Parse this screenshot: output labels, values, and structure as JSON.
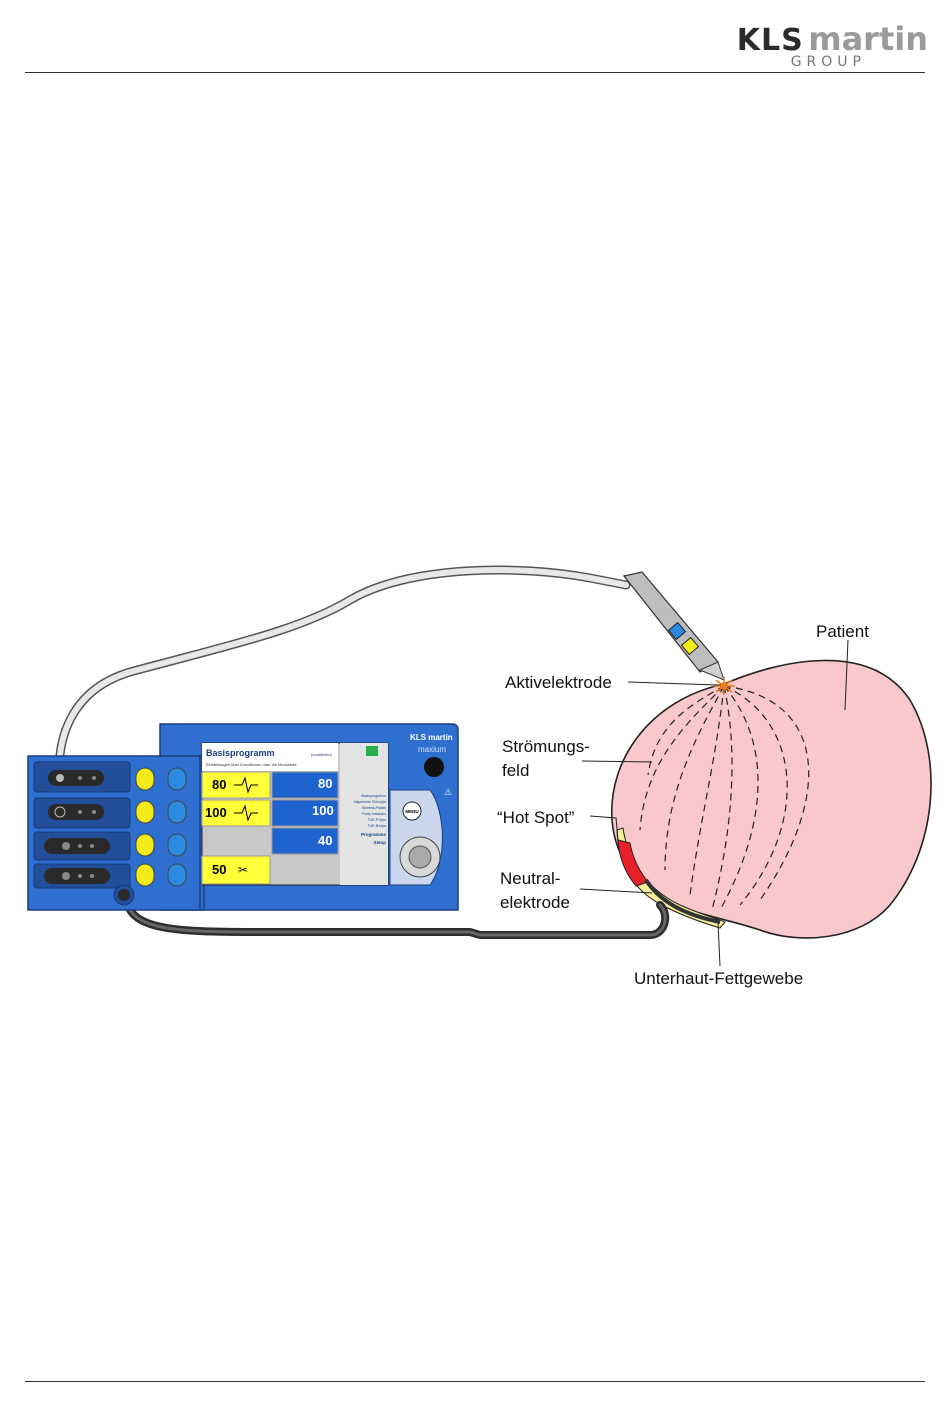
{
  "header": {
    "brand_kls": "KLS",
    "brand_martin": "martin",
    "brand_group": "GROUP"
  },
  "device": {
    "brand": "KLS martin",
    "model": "maxium",
    "screen": {
      "title": "Basisprogramm",
      "title_status": "(modifiziert)",
      "subtitle": "Einstellungen über Konditionen oder die Menütaste",
      "values": {
        "cut_top_left": "80",
        "cut_mid_left": "100",
        "coag_top_right": "80",
        "coag_mid_right": "100",
        "bipolar_right": "40",
        "bottom_left": "50"
      },
      "program_list": [
        "Basisprogramm",
        "Allgemeine Chirurgie",
        "Mamma-Plastik",
        "Portly Katalator",
        "TUR-P-bipo",
        "TUR-B-bipo"
      ],
      "program_label": "Programme",
      "setup_label": "Setup"
    },
    "menu_button": "MENU",
    "colors": {
      "body": "#2f6fd0",
      "body_dark": "#1d4f9e",
      "screen_yellow": "#ffff3a",
      "screen_blue": "#1f63cf"
    }
  },
  "labels": {
    "patient": "Patient",
    "aktivelektrode": "Aktivelektrode",
    "stroemungs_1": "Strömungs-",
    "stroemungs_2": "feld",
    "hotspot": "“Hot Spot”",
    "neutral_1": "Neutral-",
    "neutral_2": "elektrode",
    "fett": "Unterhaut-Fettgewebe"
  },
  "colors": {
    "patient_fill": "#f9c8cb",
    "fat_fill": "#f3f09a",
    "hotspot": "#e8202a",
    "spark": "#f07a1a"
  }
}
